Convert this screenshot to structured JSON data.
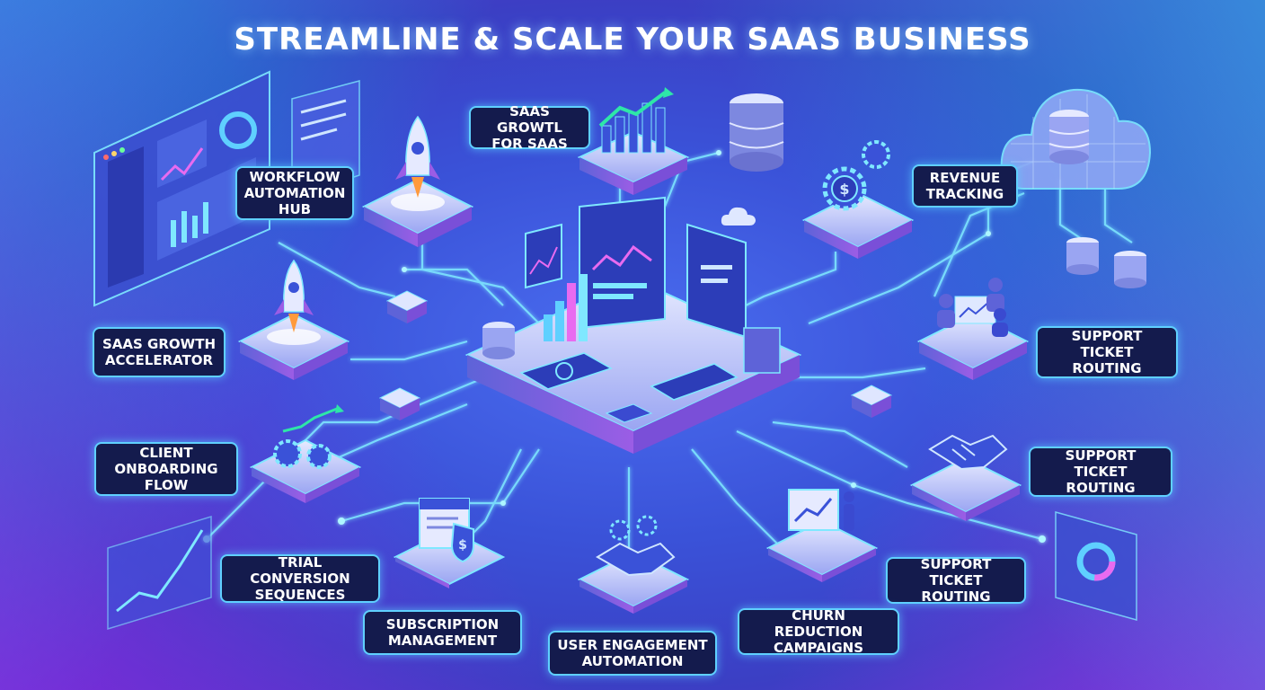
{
  "title": "STREAMLINE & SCALE YOUR SAAS BUSINESS",
  "labels": {
    "workflow": [
      "WORKFLOW",
      "AUTOMATION",
      "HUB"
    ],
    "growtl": [
      "SAAS GROWTL",
      "FOR SAAS"
    ],
    "revenue": [
      "REVENUE",
      "TRACKING"
    ],
    "accelerator": [
      "SAAS GROWTH",
      "ACCELERATOR"
    ],
    "onboarding": [
      "CLIENT",
      "ONBOARDING",
      "FLOW"
    ],
    "trial": [
      "TRIAL CONVERSION",
      "SEQUENCES"
    ],
    "subscription": [
      "SUBSCRIPTION",
      "MANAGEMENT"
    ],
    "engagement": [
      "USER ENGAGEMENT",
      "AUTOMATION"
    ],
    "churn": [
      "CHURN REDUCTION",
      "CAMPAIGNS"
    ],
    "support1": [
      "SUPPORT TICKET",
      "ROUTING"
    ],
    "support2": [
      "SUPPORT TICKET",
      "ROUTING"
    ],
    "support3": [
      "SUPPORT TICKET",
      "ROUTING"
    ]
  },
  "icons": {
    "workflow": "rocket-icon",
    "growtl": "growth-chart-icon",
    "revenue": "dollar-gear-icon",
    "accelerator": "rocket-icon",
    "onboarding": "gears-arrow-icon",
    "subscription": "calendar-shield-icon",
    "engagement": "handshake-icon",
    "churn": "presentation-icon",
    "support1": "team-meeting-icon",
    "support2": "handshake-icon",
    "hub": "dashboard-hub-icon",
    "cloud": "cloud-database-icon",
    "database": "database-icon"
  },
  "colors": {
    "label_bg": "#141b4d",
    "label_border": "#5fd0ff",
    "connector": "#7fe8ff",
    "background_center": "#4a6df0",
    "background_left": "#00dcf0",
    "background_right": "#aa3cf0"
  }
}
